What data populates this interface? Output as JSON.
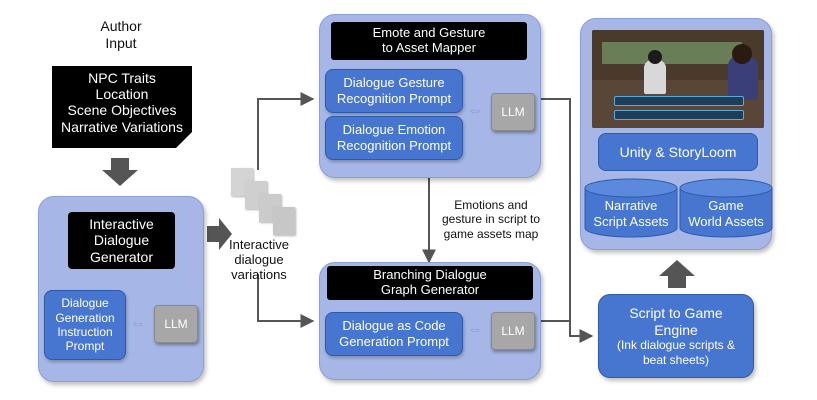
{
  "author_input": {
    "title_line1": "Author",
    "title_line2": "Input",
    "items": [
      "NPC Traits",
      "Location",
      "Scene Objectives",
      "Narrative Variations"
    ]
  },
  "interactive_generator": {
    "title": [
      "Interactive",
      "Dialogue",
      "Generator"
    ],
    "prompt": [
      "Dialogue",
      "Generation",
      "Instruction",
      "Prompt"
    ],
    "llm": "LLM"
  },
  "variations_label": [
    "Interactive",
    "dialogue",
    "variations"
  ],
  "emote_mapper": {
    "title": [
      "Emote and Gesture",
      "to Asset Mapper"
    ],
    "prompt1": [
      "Dialogue Gesture",
      "Recognition Prompt"
    ],
    "prompt2": [
      "Dialogue Emotion",
      "Recognition Prompt"
    ],
    "llm": "LLM"
  },
  "map_label": [
    "Emotions and",
    "gesture in script to",
    "game assets map"
  ],
  "branching": {
    "title": [
      "Branching Dialogue",
      "Graph Generator"
    ],
    "prompt": [
      "Dialogue as Code",
      "Generation Prompt"
    ],
    "llm": "LLM"
  },
  "engine": {
    "unity_label": "Unity  & StoryLoom",
    "narrative": [
      "Narrative",
      "Script Assets"
    ],
    "game_world": [
      "Game",
      "World Assets"
    ]
  },
  "script_engine": {
    "title": [
      "Script to Game",
      "Engine"
    ],
    "subtitle": [
      "(Ink dialogue scripts &",
      "beat sheets)"
    ]
  },
  "colors": {
    "panel": "#a6b6e6",
    "prompt_blue": "#4676cf",
    "llm_gray": "#a7a7a7",
    "arrow": "#555555"
  }
}
